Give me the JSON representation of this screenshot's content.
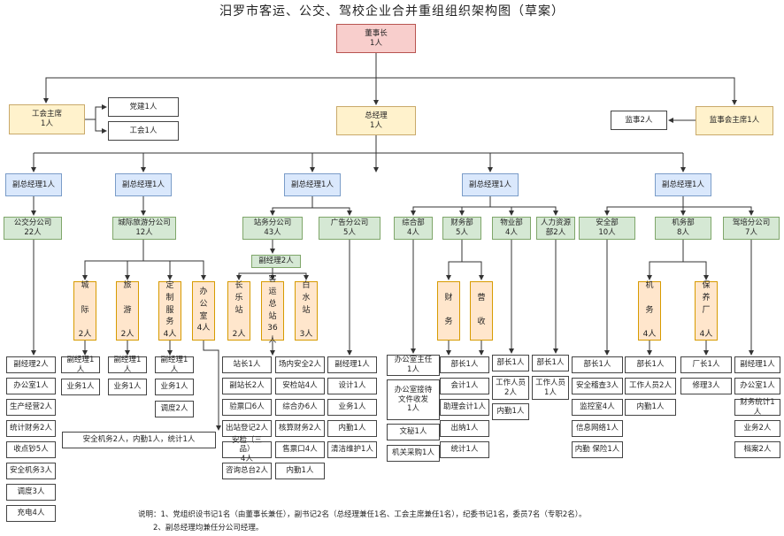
{
  "title": "汨罗市客运、公交、驾校企业合并重组组织架构图（草案）",
  "notes": [
    "说明：1、党组织设书记1名（由董事长兼任），副书记2名（总经理兼任1名、工会主席兼任1名），纪委书记1名，委员7名（专职2名）。",
    "2、副总经理均兼任分公司经理。"
  ],
  "colors": {
    "pink": "#f8cecc",
    "yellow": "#fff2cc",
    "blue": "#dae8fc",
    "green": "#d5e8d4",
    "orange": "#ffe6cc",
    "white": "#ffffff",
    "line": "#333333"
  },
  "nodes": {
    "chairman": "董事长\n1人",
    "union_chair": "工会主席\n1人",
    "party_building": "党建1人",
    "union": "工会1人",
    "gm": "总经理\n1人",
    "supervisors": "监事2人",
    "supervisor_chair": "监事会主席1人",
    "vgm_1": "副总经理1人",
    "vgm_2": "副总经理1人",
    "vgm_3": "副总经理1人",
    "vgm_4": "副总经理1人",
    "vgm_5": "副总经理1人",
    "bus_company": "公交分公司\n22人",
    "tourism_company": "城际旅游分公司\n12人",
    "station_company": "站务分公司\n43人",
    "ad_company": "广告分公司\n5人",
    "general_dept": "综合部\n4人",
    "finance_dept": "财务部\n5人",
    "property_dept": "物业部\n4人",
    "hr_dept": "人力资源\n部2人",
    "safety_dept": "安全部\n10人",
    "machinery_dept": "机务部\n8人",
    "driving_school": "驾培分公司\n7人",
    "intercity": "城\n\n际\n\n2人",
    "travel": "旅\n\n游\n\n2人",
    "custom_service": "定\n制\n服\n务\n4人",
    "office": "办\n公\n室\n4人",
    "station_deputy": "副经理2人",
    "changle_station": "长\n乐\n站\n\n2人",
    "main_station": "客\n运\n总\n站\n36人",
    "baishui_station": "白\n水\n站\n\n3人",
    "finance_sub": "财\n\n务",
    "business_sub": "营\n\n收",
    "machinery_sub": "机\n\n务\n\n4人",
    "maintenance_plant": "保\n养\n厂\n\n4人"
  },
  "lists": {
    "bus": [
      "副经理2人",
      "办公室1人",
      "生产经营2人",
      "统计财务2人",
      "收点钞5人",
      "安全机务3人",
      "调度3人",
      "充电4人"
    ],
    "intercity": [
      "副经理1人",
      "业务1人"
    ],
    "travel": [
      "副经理1人",
      "业务1人"
    ],
    "custom": [
      "副经理1人",
      "业务1人",
      "调度2人"
    ],
    "office_wide": "安全机务2人，内勤1人，统计1人",
    "station_left": [
      "站长1人",
      "副站长2人",
      "验票口6人",
      "出站登记2人",
      "安检（三品）\n4人",
      "咨询总台2人"
    ],
    "station_right": [
      "场内安全2人",
      "安检站4人",
      "综合办6人",
      "核算财务2人",
      "售票口4人",
      "内勤1人"
    ],
    "ad": [
      "副经理1人",
      "设计1人",
      "业务1人",
      "内勤1人",
      "清洁维护1人"
    ],
    "general": [
      "办公室主任\n1人",
      "办公室接待\n文件收发\n1人",
      "文秘1人",
      "机关采购1人"
    ],
    "finance": [
      "部长1人",
      "会计1人",
      "助理会计1人",
      "出纳1人",
      "统计1人"
    ],
    "property": [
      "部长1人",
      "工作人员\n2人",
      "内勤1人"
    ],
    "hr": [
      "部长1人",
      "工作人员\n1人"
    ],
    "safety": [
      "部长1人",
      "安全稽查3人",
      "监控室4人",
      "信息网络1人",
      "内勤 保险1人"
    ],
    "machinery": [
      "部长1人",
      "工作人员2人",
      "内勤1人"
    ],
    "maintenance": [
      "厂长1人",
      "修理3人"
    ],
    "driving": [
      "副经理1人",
      "办公室1人",
      "财务统计1人",
      "业务2人",
      "档案2人"
    ]
  }
}
